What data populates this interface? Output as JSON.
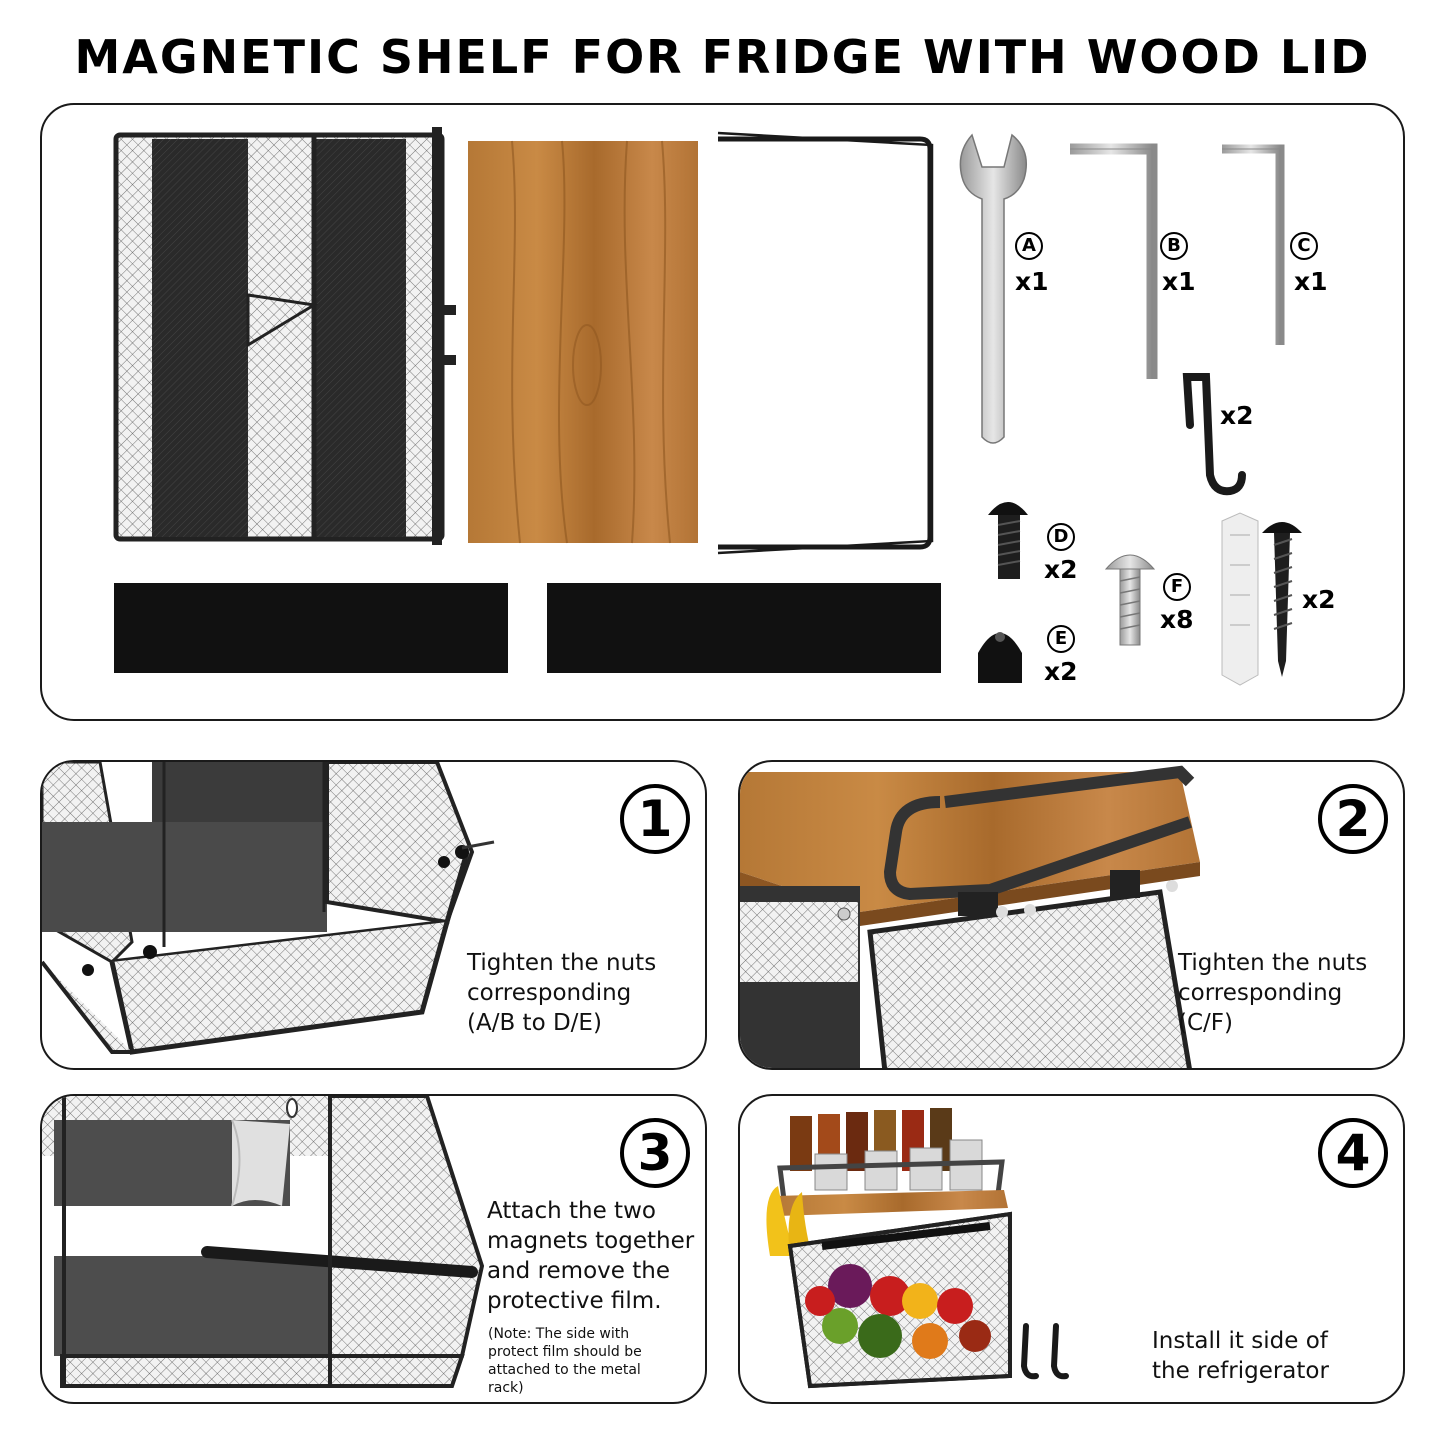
{
  "title": "MAGNETIC SHELF FOR FRIDGE WITH WOOD LID",
  "parts": {
    "tools": [
      {
        "letter": "A",
        "qty": "x1",
        "icon": "wrench-icon"
      },
      {
        "letter": "B",
        "qty": "x1",
        "icon": "hex-key-icon"
      },
      {
        "letter": "C",
        "qty": "x1",
        "icon": "hex-key-icon"
      }
    ],
    "hooks": {
      "qty": "x2",
      "icon": "hook-icon"
    },
    "hardware": [
      {
        "letter": "D",
        "qty": "x2",
        "icon": "bolt-icon"
      },
      {
        "letter": "E",
        "qty": "x2",
        "icon": "cap-nut-icon"
      },
      {
        "letter": "F",
        "qty": "x8",
        "icon": "screw-icon"
      }
    ],
    "anchors": {
      "qty": "x2",
      "icon": "wall-anchor-icon"
    }
  },
  "steps": [
    {
      "number": "1",
      "text": "Tighten the nuts\ncorresponding\n(A/B to D/E)",
      "note": ""
    },
    {
      "number": "2",
      "text": "Tighten the nuts\ncorresponding\n(C/F)",
      "note": ""
    },
    {
      "number": "3",
      "text": "Attach the two\nmagnets together\nand remove the\nprotective film.",
      "note": "(Note: The side with\nprotect film should be\nattached to the metal\nrack)"
    },
    {
      "number": "4",
      "text": "Install it side of\nthe refrigerator",
      "note": ""
    }
  ]
}
